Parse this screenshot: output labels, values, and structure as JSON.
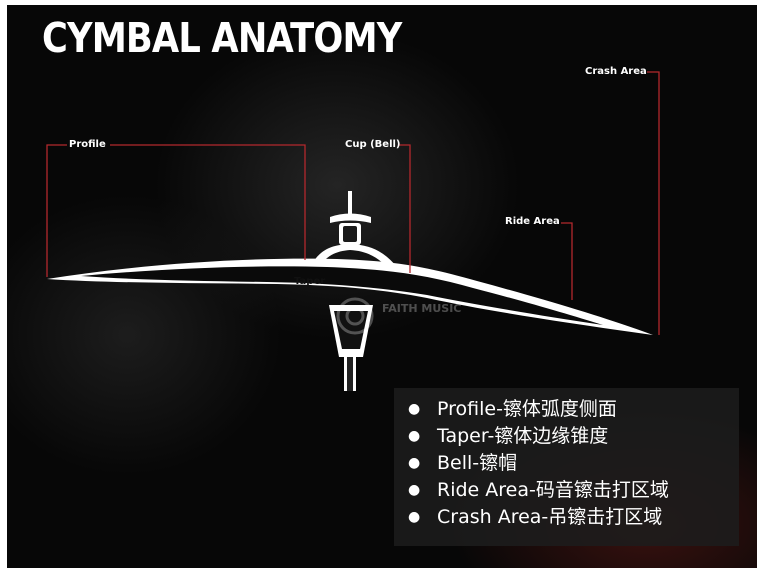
{
  "title": "CYMBAL ANATOMY",
  "labels": {
    "profile": "Profile",
    "cup": "Cup (Bell)",
    "ride_area": "Ride Area",
    "crash_area": "Crash Area",
    "taper": "Taper"
  },
  "legend": [
    "Profile-镲体弧度侧面",
    "Taper-镲体边缘锥度",
    "Bell-镲帽",
    "Ride Area-码音镲击打区域",
    "Crash Area-吊镲击打区域"
  ],
  "watermark": {
    "line1": "FAITH MUSIC"
  },
  "colors": {
    "background": "#070707",
    "leader_lines": "#b3282d",
    "cymbal": "#ffffff",
    "legend_panel": "#1c1c1c"
  },
  "icons": {
    "bullet": "bullet-dot-icon",
    "watermark": "watermark-logo-icon"
  }
}
